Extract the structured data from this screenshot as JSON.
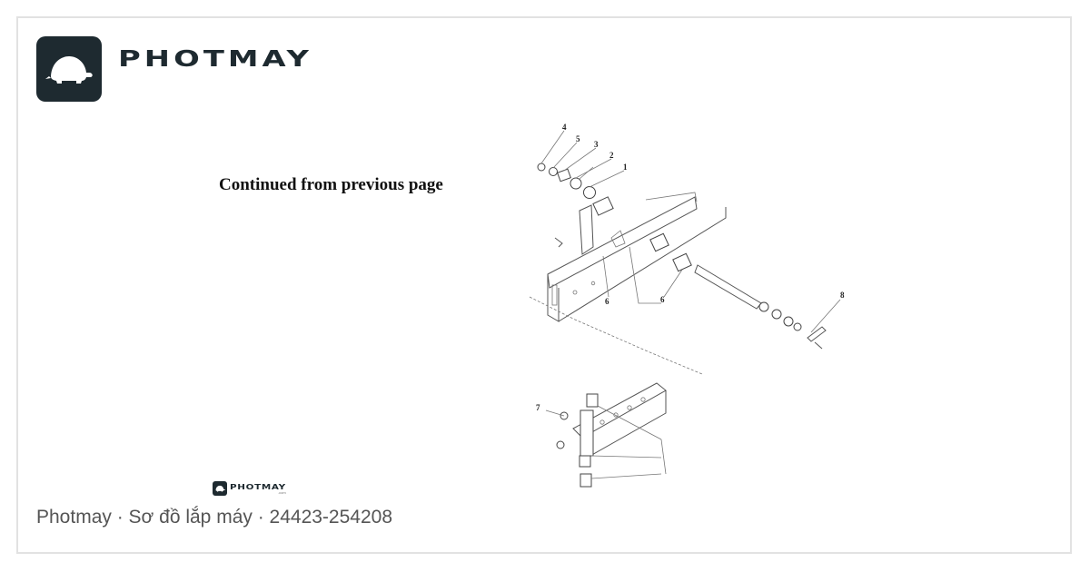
{
  "brand": {
    "name": "PHOTMAY",
    "logo_icon": "turtle-icon",
    "accent": "#1e2a30"
  },
  "page": {
    "continued_text": "Continued from previous page"
  },
  "watermark": {
    "name": "PHOTMAY",
    "sub": ".com"
  },
  "caption": "Photmay · Sơ đồ lắp máy · 24423-254208",
  "diagram": {
    "labels": [
      "4",
      "5",
      "3",
      "2",
      "1",
      "6",
      "6",
      "8",
      "7"
    ]
  }
}
